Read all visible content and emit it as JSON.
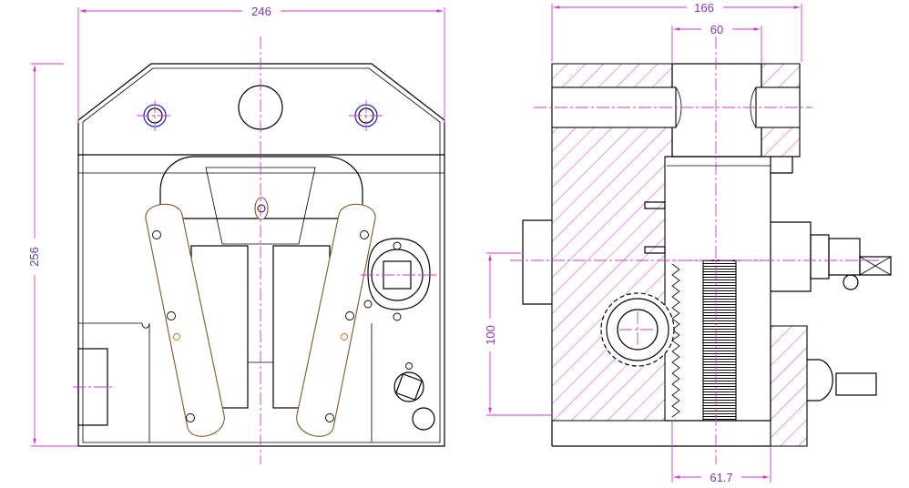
{
  "drawing": {
    "front_view": {
      "width_label": "246",
      "height_label": "256"
    },
    "side_view": {
      "width_label": "166",
      "bore_label": "60",
      "rack_height_label": "100",
      "base_width_label": "61.7"
    }
  },
  "colors": {
    "dimension": "#d23ad2",
    "dimension_text": "#7a3aa8",
    "hatch": "#d23ad2",
    "hole": "#2b2bd6",
    "arm": "#7a5a1e",
    "outline": "#000000"
  }
}
